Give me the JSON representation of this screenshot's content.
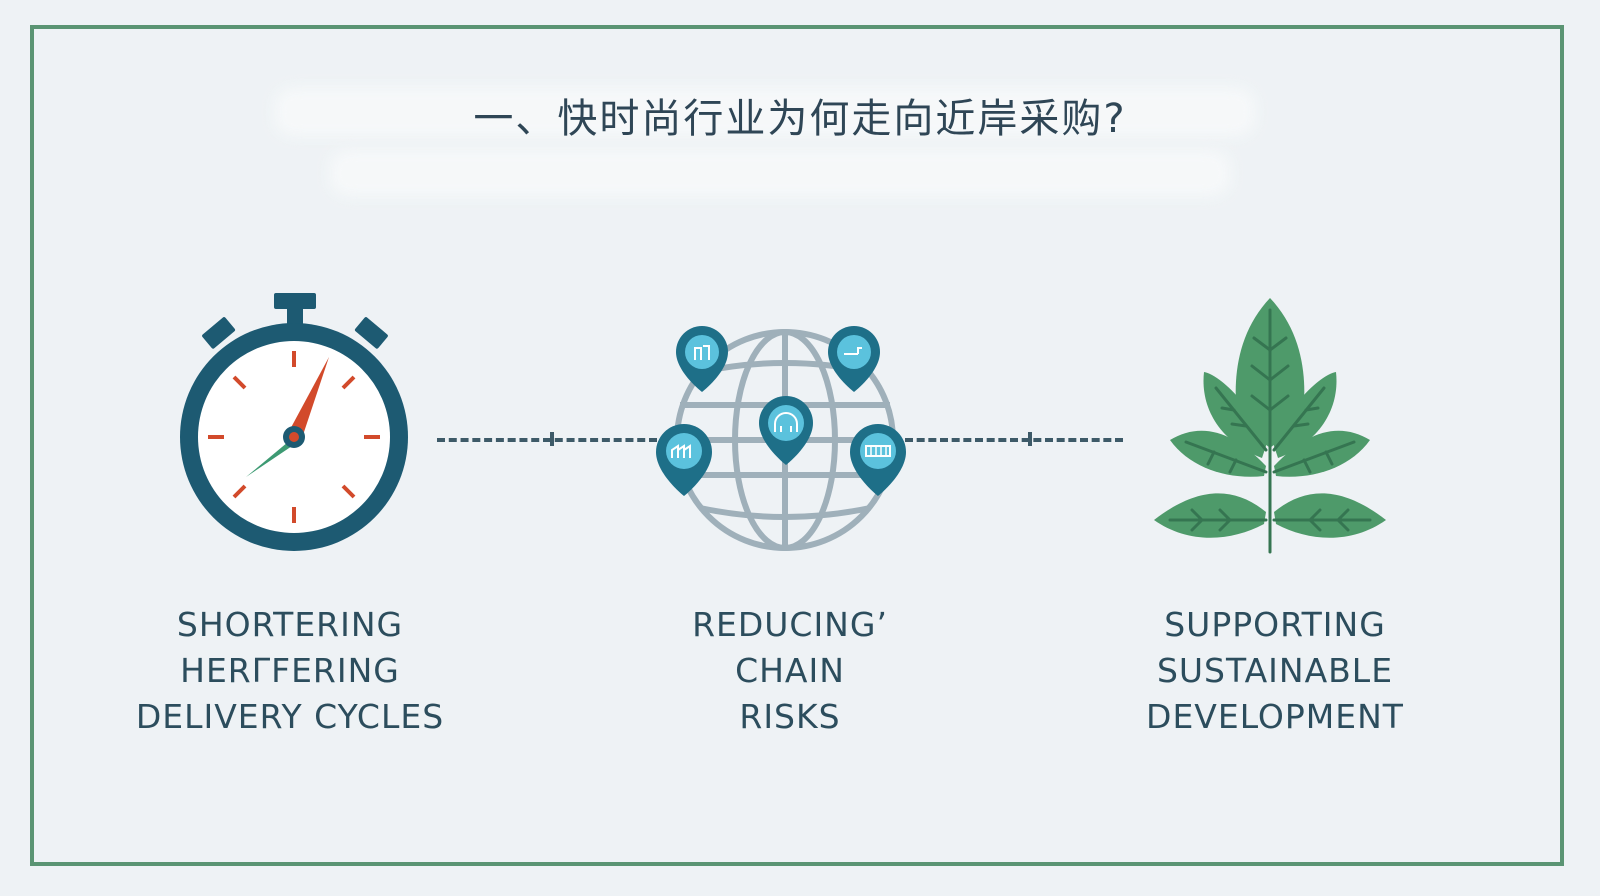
{
  "title": "一、快时尚行业为何走向近岸采购?",
  "colors": {
    "frame": "#5a9473",
    "navy": "#1d5a72",
    "clock_hand": "#d24a2b",
    "clock_minute": "#3d9a73",
    "pin": "#1e6f88",
    "pin_inner": "#5bc2dd",
    "globe": "#9fb0ba",
    "leaf": "#4e9a6a",
    "text": "#2c4d5d"
  },
  "items": [
    {
      "icon": "stopwatch-icon",
      "lines": [
        "SHORTERING",
        "HERΓFERING",
        "DELIVERY CYCLES"
      ]
    },
    {
      "icon": "globe-pins-icon",
      "lines": [
        "REDUCING’",
        "CHAIN",
        "RISKS"
      ]
    },
    {
      "icon": "leaf-icon",
      "lines": [
        "SUPPORTING",
        "SUSTAINABLE",
        "DEVELOPMENT"
      ]
    }
  ]
}
